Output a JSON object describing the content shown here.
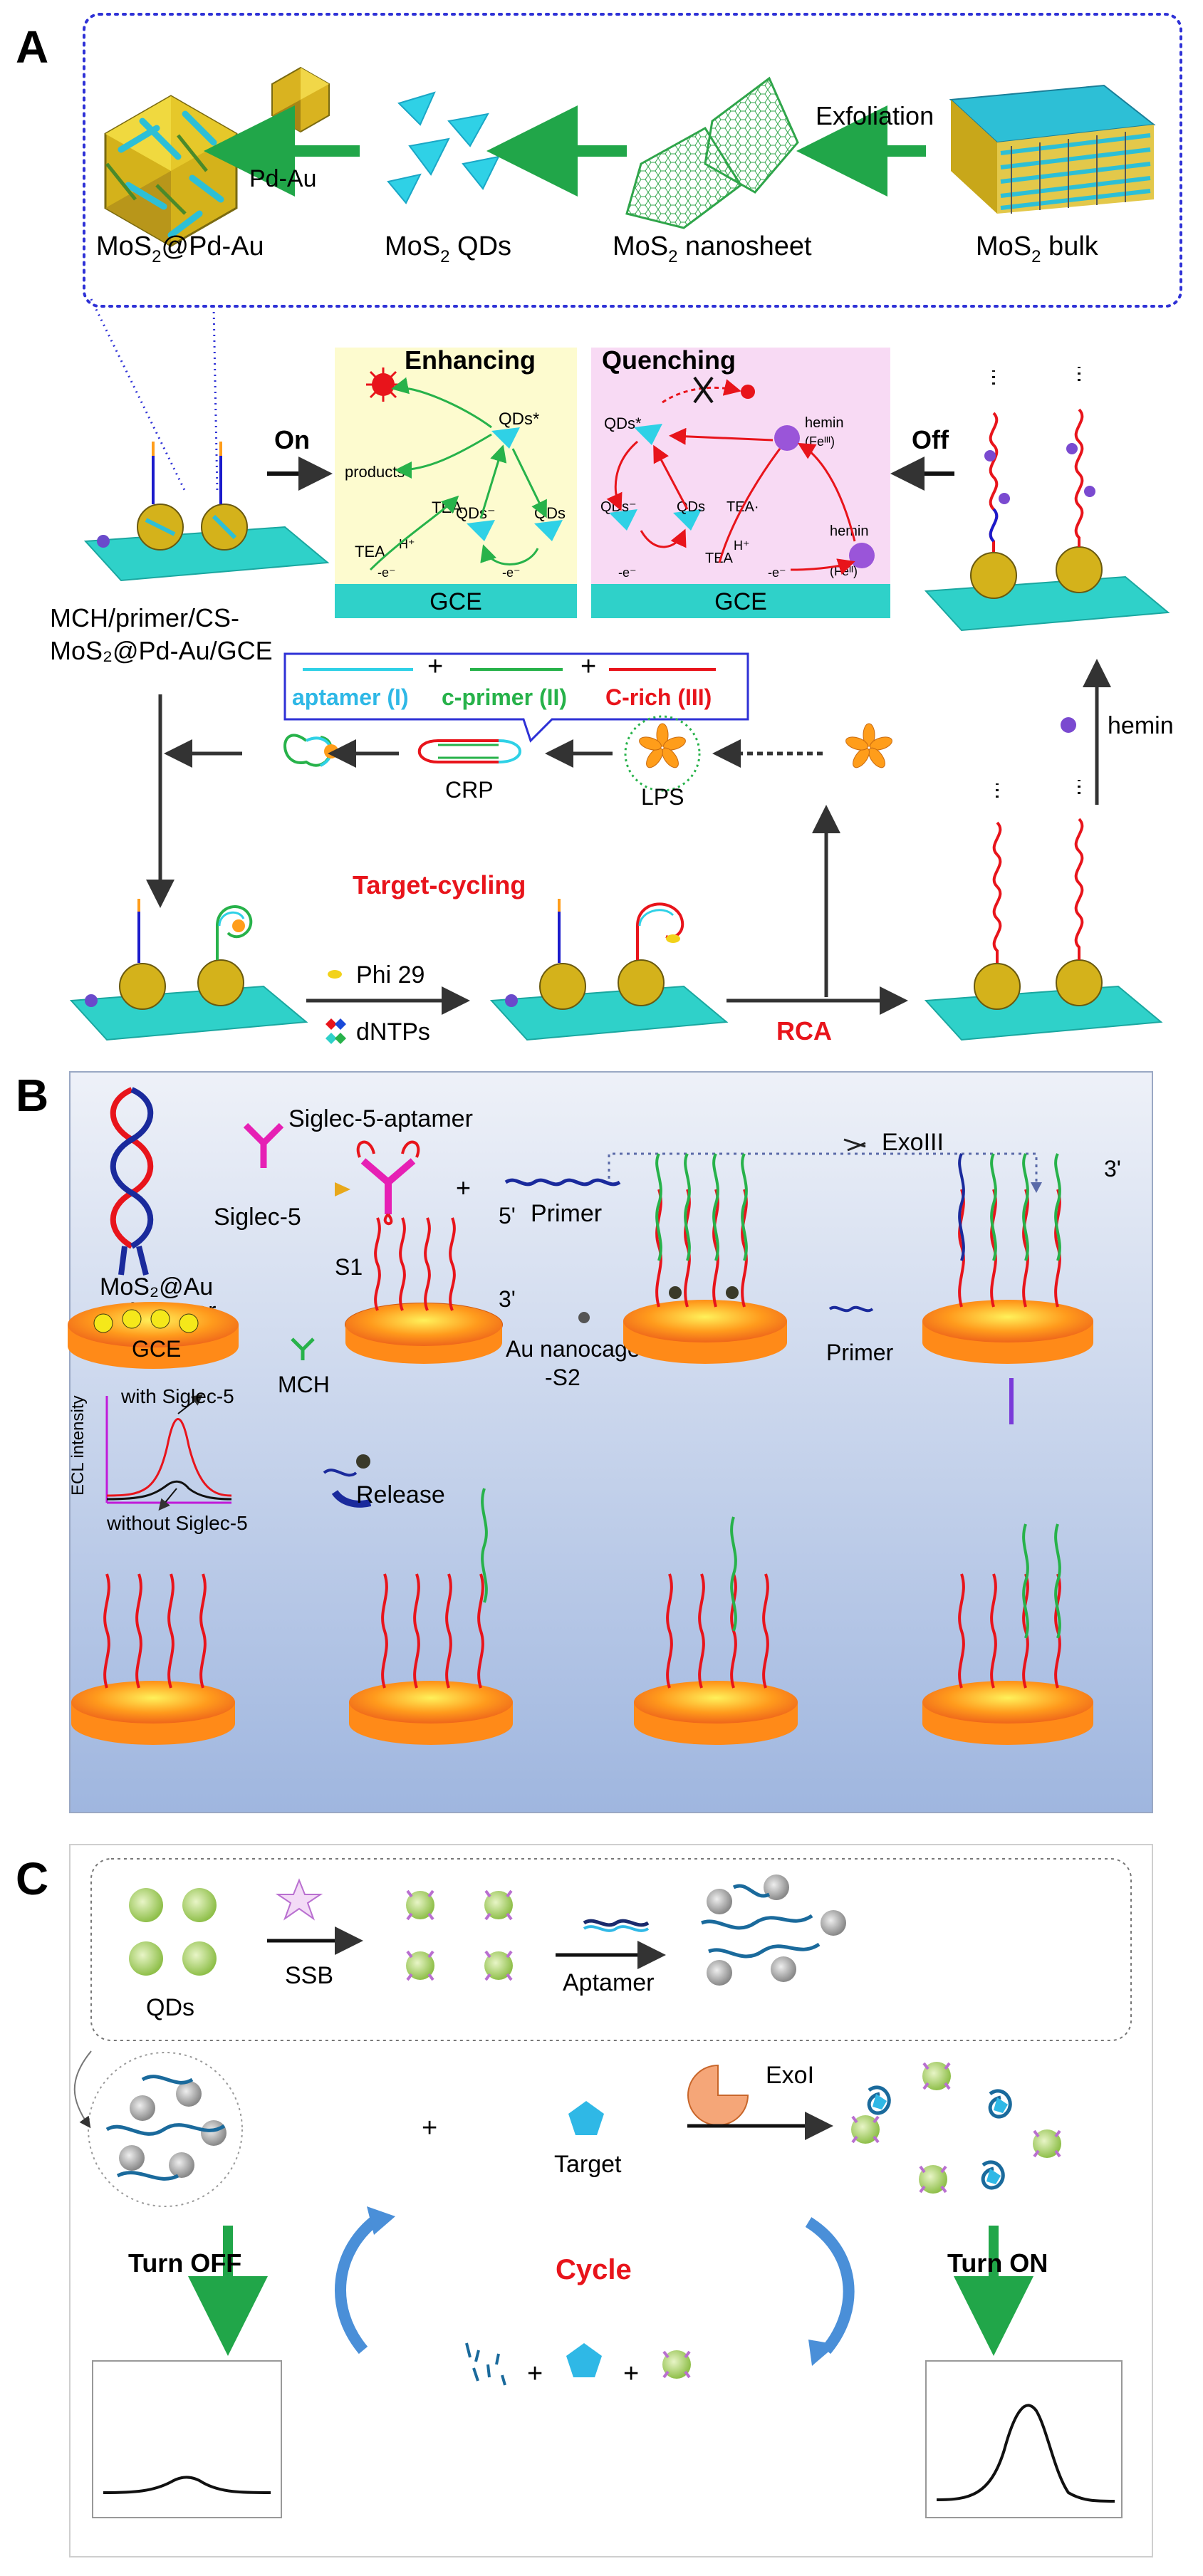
{
  "panel_a": {
    "letter": "A",
    "materials": {
      "mos2_pd_au": [
        "MoS",
        "2",
        "@Pd-Au"
      ],
      "mos2_qds": [
        "MoS",
        "2",
        " QDs"
      ],
      "mos2_nanosheet": [
        "MoS",
        "2",
        " nanosheet"
      ],
      "mos2_bulk": [
        "MoS",
        "2",
        " bulk"
      ]
    },
    "arrows": {
      "pd_au": "Pd-Au",
      "exfoliation": "Exfoliation",
      "on": "On",
      "off": "Off",
      "crp": "CRP",
      "rca": "RCA",
      "hemin": "hemin",
      "phi29": "Phi 29",
      "dntps": "dNTPs"
    },
    "electrode": {
      "line1": "MCH/primer/CS-",
      "line2": "MoS₂@Pd-Au/GCE"
    },
    "enhancing": {
      "title": "Enhancing",
      "products": "products",
      "qds_star": "QDs*",
      "qds_minus": "QDs⁻",
      "qds": "QDs",
      "tea_rad": "TEA·",
      "tea": "TEA",
      "h_plus": "H⁺",
      "e_minus": "-e⁻",
      "e_minus2": "-e⁻",
      "gce": "GCE"
    },
    "quenching": {
      "title": "Quenching",
      "qds_star": "QDs*",
      "qds_minus": "QDs⁻",
      "qds": "QDs",
      "tea_rad": "TEA·",
      "tea": "TEA",
      "h_plus": "H⁺",
      "hemin1": "hemin",
      "fe1": "(Feᴵᴵᴵ)",
      "hemin2": "hemin",
      "fe2": "(Feᴵᴵ)",
      "e_minus": "-e⁻",
      "e_minus2": "-e⁻",
      "gce": "GCE"
    },
    "legend": {
      "aptamer": "aptamer (I)",
      "plus1": "+",
      "cprimer": "c-primer (II)",
      "plus2": "+",
      "crich": "C-rich (III)"
    },
    "lps": "LPS",
    "target_cycling": "Target-cycling"
  },
  "panel_b": {
    "letter": "B",
    "siglec_aptamer": "Siglec-5-aptamer",
    "siglec": "Siglec-5",
    "aptamer": "Aptamer",
    "plus": "+",
    "primer_top": "Primer",
    "exoiii": "ExoIII",
    "three_prime": "3'",
    "five_prime": "5'",
    "three_prime_s1": "3'",
    "s1": "S1",
    "mos2_au": "MoS₂@Au",
    "gce": "GCE",
    "mch": "MCH",
    "au_nanocage": "Au nanocage",
    "s2": "-S2",
    "primer_arrow": "Primer",
    "release": "Release",
    "ecl_ylabel": "ECL intensity",
    "with_siglec": "with Siglec-5",
    "without_siglec": "without  Siglec-5"
  },
  "panel_c": {
    "letter": "C",
    "qds": "QDs",
    "ssb": "SSB",
    "aptamer": "Aptamer",
    "plus": "+",
    "target": "Target",
    "exoi": "ExoI",
    "turn_off": "Turn OFF",
    "turn_on": "Turn ON",
    "cycle": "Cycle",
    "plus_a": "+",
    "plus_b": "+"
  },
  "colors": {
    "arrow_green": "#21a649",
    "red_label": "#e8141b",
    "dotted_blue": "#2e31d6",
    "electrode_cyan": "#2fd1c9",
    "panel_b_bg": "#b8c9e8"
  }
}
